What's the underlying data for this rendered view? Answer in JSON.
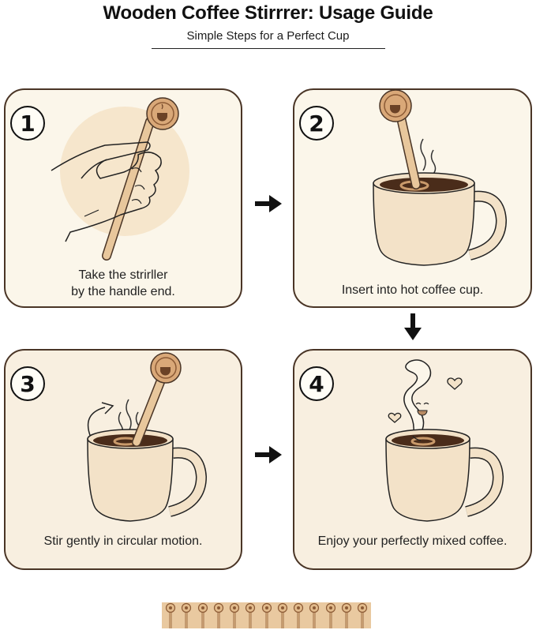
{
  "header": {
    "title": "Wooden Coffee Stirrrer: Usage Guide",
    "subtitle": "Simple Steps for a Perfect Cup"
  },
  "colors": {
    "panel_border": "#4a3526",
    "panel_bg_light": "#fbf6ea",
    "panel_bg_warm": "#f8efe0",
    "wood": "#e8c79c",
    "coffee": "#4a2c1a",
    "mug": "#f3e2c8",
    "arrow": "#111111"
  },
  "steps": [
    {
      "number": "1",
      "caption_line1": "Take the strirller",
      "caption_line2": "by the handle end.",
      "illustration": "hand-holding-stirrer-icon"
    },
    {
      "number": "2",
      "caption": "Insert into hot coffee cup.",
      "illustration": "stirrer-in-mug-icon"
    },
    {
      "number": "3",
      "caption": "Stir gently in circular motion.",
      "illustration": "stirring-mug-icon"
    },
    {
      "number": "4",
      "caption": "Enjoy your perfectly mixed coffee.",
      "illustration": "happy-steam-mug-icon"
    }
  ],
  "arrows": [
    {
      "from": "1",
      "to": "2",
      "direction": "right"
    },
    {
      "from": "2",
      "to": "4",
      "direction": "down"
    },
    {
      "from": "3",
      "to": "4",
      "direction": "right"
    }
  ],
  "product_strip": {
    "stirrer_count": 13
  }
}
